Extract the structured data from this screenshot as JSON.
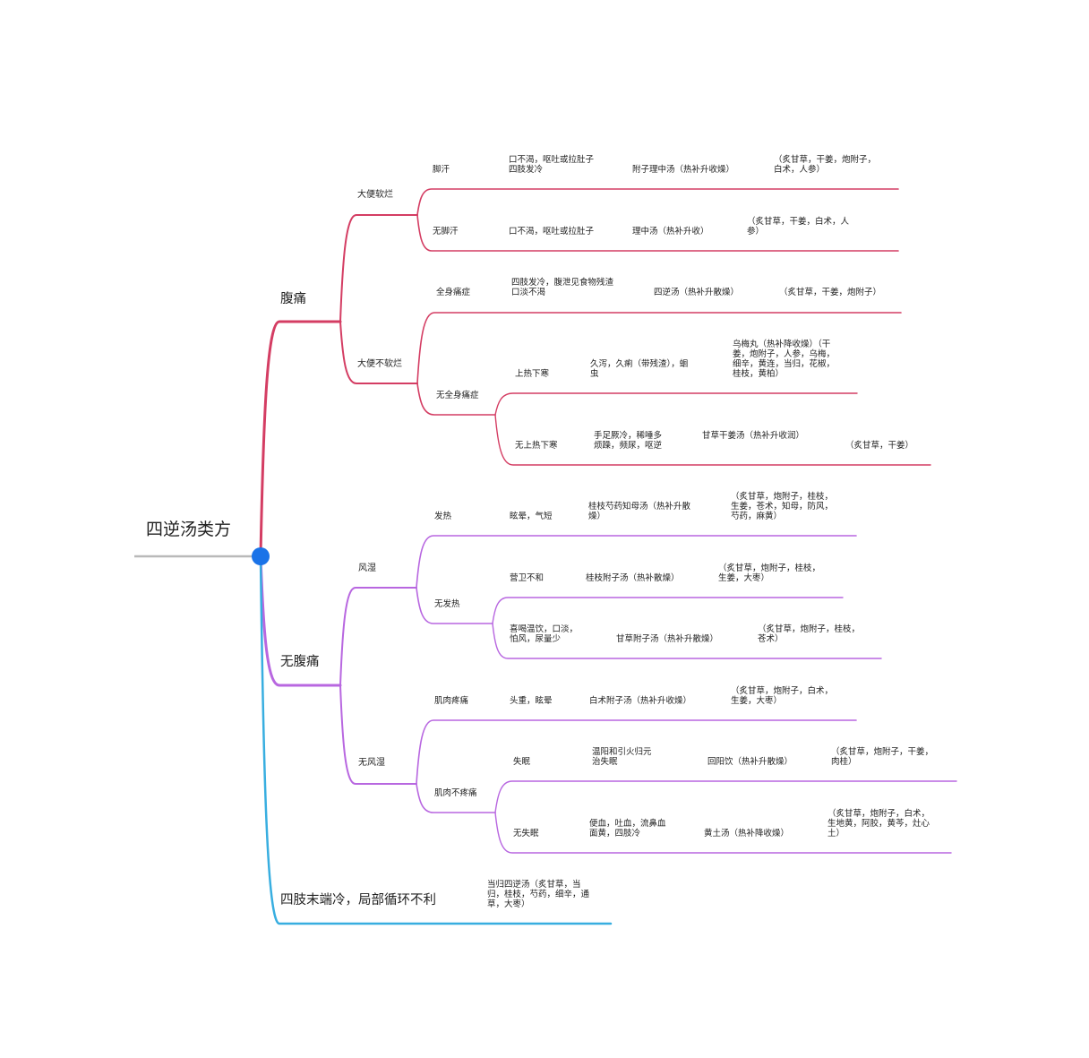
{
  "colors": {
    "red": "#d43d63",
    "purple": "#b867e0",
    "blue": "#38aee0",
    "root_line": "#b9b9b9",
    "root_dot": "#1a73e8"
  },
  "root": {
    "label": "四逆汤类方"
  },
  "branches": {
    "abd_pain": {
      "label": "腹痛",
      "soft": {
        "label": "大便软烂",
        "sweat": {
          "label": "脚汗",
          "symptom": "口不渴，呕吐或拉肚子\n四肢发冷",
          "formula": "附子理中汤（热补升收燥）",
          "herbs": "（炙甘草，干姜，炮附子，\n白术，人参）"
        },
        "nosweat": {
          "label": "无脚汗",
          "symptom": "口不渴，呕吐或拉肚子",
          "formula": "理中汤（热补升收）",
          "herbs": "（炙甘草，干姜，白术，人\n参）"
        }
      },
      "notsoft": {
        "label": "大便不软烂",
        "whole": {
          "label": "全身痛症",
          "symptom": "四肢发冷，腹泄见食物残渣\n口淡不渴",
          "formula": "四逆汤（热补升散燥）",
          "herbs": "（炙甘草，干姜，炮附子）"
        },
        "notwhole": {
          "label": "无全身痛症",
          "upper": {
            "label": "上热下寒",
            "symptom": "久泻，久痢（带残渣），蛔\n虫",
            "formula": "乌梅丸（热补降收燥）（干\n姜，炮附子，人参，乌梅，\n细辛，黄连，当归，花椒，\n桂枝，黄柏）"
          },
          "noupper": {
            "label": "无上热下寒",
            "symptom": "手足厥冷，稀唾多\n烦躁，频尿，呕逆",
            "formula": "甘草干姜汤（热补升收润）",
            "herbs": "（炙甘草，干姜）"
          }
        }
      }
    },
    "no_abd_pain": {
      "label": "无腹痛",
      "wind": {
        "label": "风湿",
        "fever": {
          "label": "发热",
          "symptom": "眩晕，气短",
          "formula": "桂枝芍药知母汤（热补升散\n燥）",
          "herbs": "（炙甘草，炮附子，桂枝，\n生姜，苍术，知母，防风，\n芍药，麻黄）"
        },
        "nofever": {
          "label": "无发热",
          "ying": {
            "symptom": "营卫不和",
            "formula": "桂枝附子汤（热补散燥）",
            "herbs": "（炙甘草，炮附子，桂枝，\n生姜，大枣）"
          },
          "warm": {
            "symptom": "喜喝温饮，口淡，\n怕风，尿量少",
            "formula": "甘草附子汤（热补升散燥）",
            "herbs": "（炙甘草，炮附子，桂枝，\n苍术）"
          }
        }
      },
      "nowind": {
        "label": "无风湿",
        "muscle": {
          "label": "肌肉疼痛",
          "symptom": "头重，眩晕",
          "formula": "白术附子汤（热补升收燥）",
          "herbs": "（炙甘草，炮附子，白术，\n生姜，大枣）"
        },
        "nomuscle": {
          "label": "肌肉不疼痛",
          "insomnia": {
            "label": "失眠",
            "symptom": "温阳和引火归元\n治失眠",
            "formula": "回阳饮（热补升散燥）",
            "herbs": "（炙甘草，炮附子，干姜，\n肉桂）"
          },
          "noinsomnia": {
            "label": "无失眠",
            "symptom": "便血，吐血，流鼻血\n面黄，四肢冷",
            "formula": "黄土汤（热补降收燥）",
            "herbs": "（炙甘草，炮附子，白术，\n生地黄，阿胶，黄芩，灶心\n土）"
          }
        }
      }
    },
    "limbs": {
      "label": "四肢末端冷，局部循环不利",
      "formula": "当归四逆汤（炙甘草，当\n归，桂枝，芍药，细辛，通\n草，大枣）"
    }
  }
}
